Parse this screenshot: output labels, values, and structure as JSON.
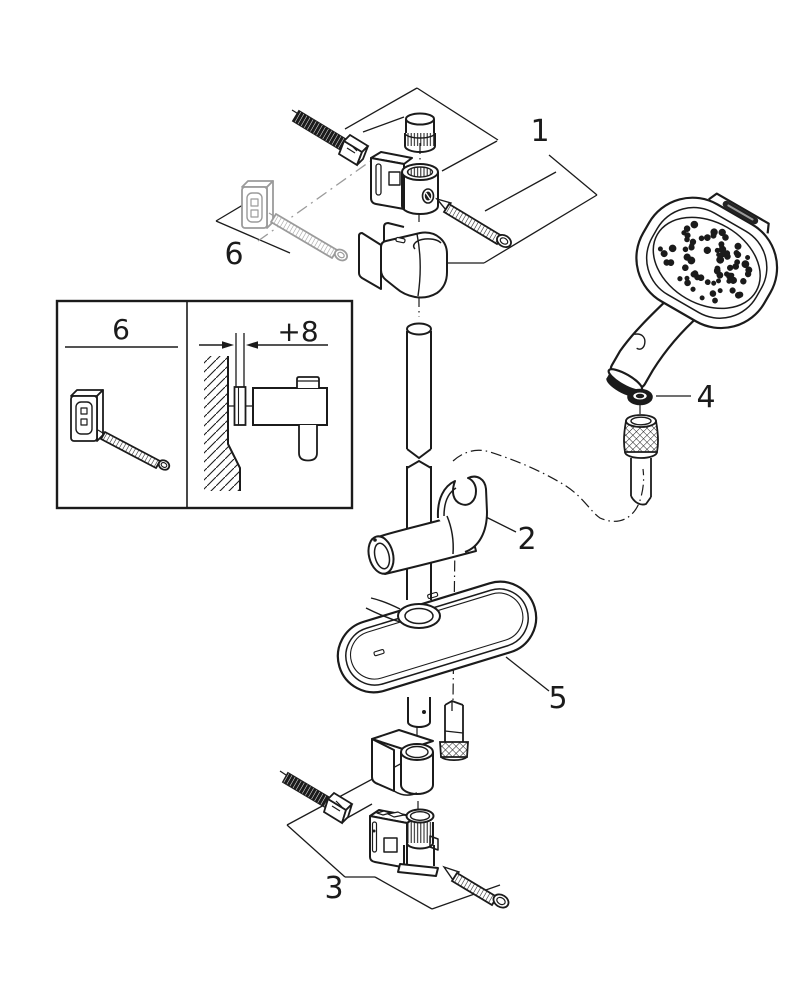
{
  "figure": {
    "type": "exploded-assembly-diagram",
    "subject": "shower rail set: wall brackets, glide element, hand shower, hose washer, soap tray, wall plugs",
    "background": "#ffffff",
    "line_color": "#1b1b1b",
    "muted_color": "#9b9b9b"
  },
  "labels": {
    "part1": "1",
    "part2": "2",
    "part3": "3",
    "part4": "4",
    "part5": "5",
    "part6": "6",
    "inset_ref": "6",
    "inset_dimension": "+8"
  }
}
